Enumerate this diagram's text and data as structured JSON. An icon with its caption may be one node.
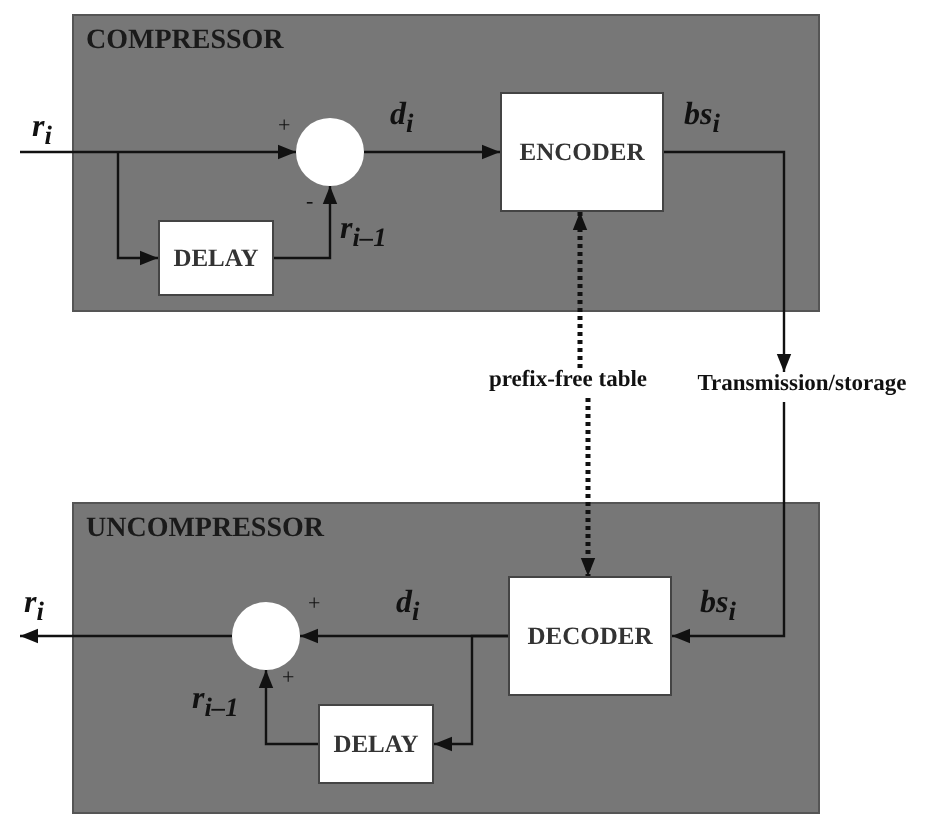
{
  "diagram": {
    "nodes": [
      {
        "text": [
          "COMPRESSOR"
        ]
      },
      {
        "text": [],
        "shape": "circle",
        "in": 0
      },
      {
        "text": [
          "ENCODER"
        ],
        "in": 0
      },
      {
        "text": [
          "DELAY"
        ],
        "in": 0
      },
      {
        "text": [
          "prefix-free table"
        ]
      },
      {
        "text": [
          "Transmission/storage"
        ]
      },
      {
        "text": [
          "UNCOMPRESSOR"
        ]
      },
      {
        "text": [
          "DECODER"
        ],
        "in": 6
      },
      {
        "text": [],
        "shape": "circle",
        "in": 6
      },
      {
        "text": [
          "DELAY"
        ],
        "in": 6
      }
    ],
    "edges": [
      {
        "from": null,
        "to": 1,
        "arrow": "to",
        "label": "r$_{i}$"
      },
      {
        "from": null,
        "to": 3,
        "arrow": "to"
      },
      {
        "from": 3,
        "to": 1,
        "arrow": "to",
        "label": "r$_{i–1}$"
      },
      {
        "from": 1,
        "to": 2,
        "arrow": "to",
        "label": "d$_{i}$"
      },
      {
        "from": 2,
        "to": 5,
        "arrow": "to",
        "label": "bs$_{i}$"
      },
      {
        "from": 4,
        "to": 2,
        "arrow": "to",
        "style": "dashed"
      },
      {
        "from": 4,
        "to": 7,
        "arrow": "to",
        "style": "dashed"
      },
      {
        "from": 5,
        "to": 7,
        "arrow": "to",
        "label": "bs$_{i}$"
      },
      {
        "from": 7,
        "to": 8,
        "arrow": "to",
        "label": "d$_{i}$"
      },
      {
        "from": 7,
        "to": 9,
        "arrow": "to"
      },
      {
        "from": 9,
        "to": 8,
        "arrow": "to",
        "label": "r$_{i–1}$"
      },
      {
        "from": 8,
        "to": null,
        "arrow": "to",
        "label": "r$_{i}$"
      }
    ],
    "labels": [
      "+",
      "-",
      "+",
      "+"
    ]
  }
}
